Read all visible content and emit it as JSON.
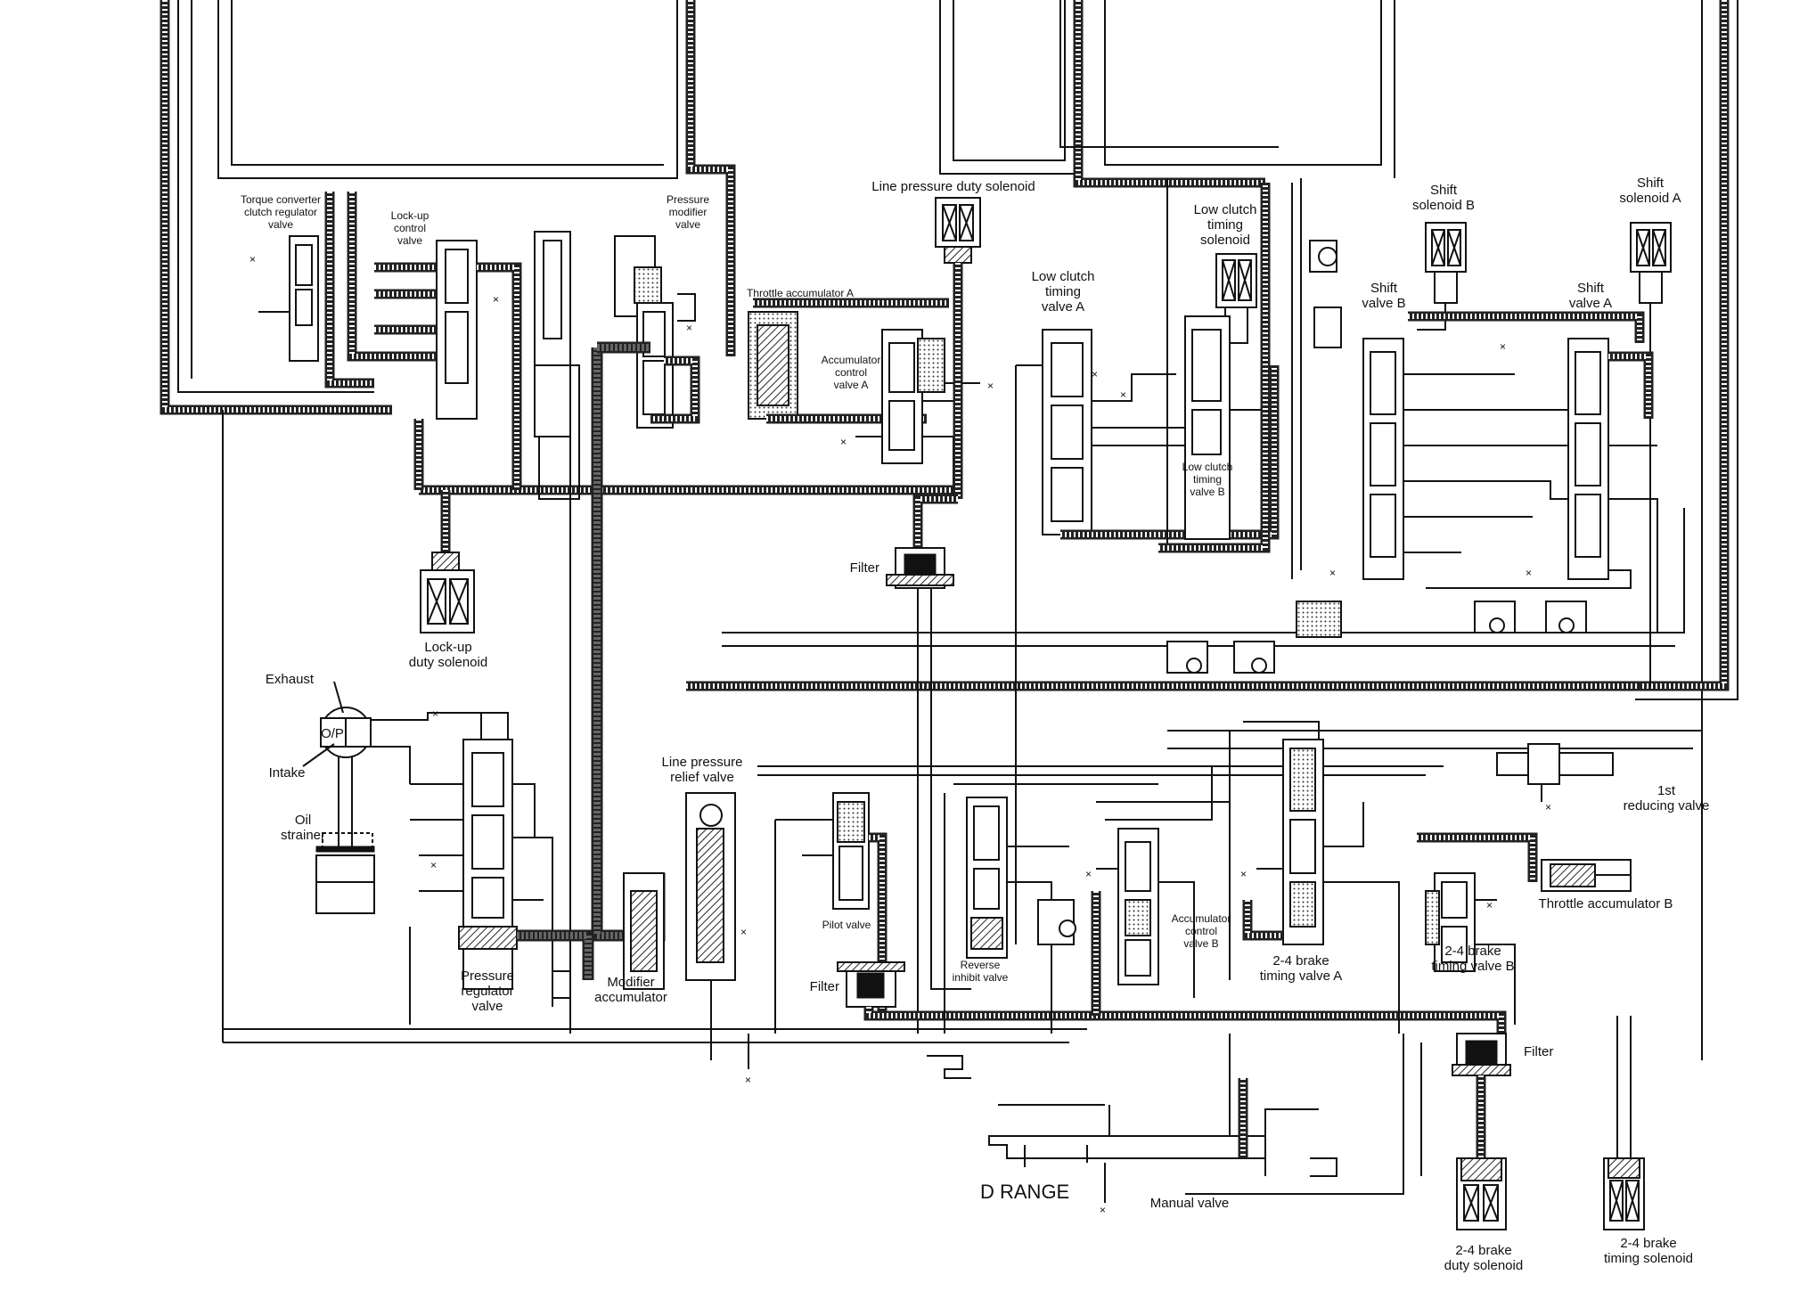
{
  "labels": {
    "torque_converter_clutch_regulator_valve": [
      "Torque converter",
      "clutch regulator",
      "valve"
    ],
    "lock_up_control_valve": [
      "Lock-up",
      "control",
      "valve"
    ],
    "pressure_modifier_valve": [
      "Pressure",
      "modifier",
      "valve"
    ],
    "line_pressure_duty_solenoid": "Line pressure duty solenoid",
    "throttle_accumulator_a": "Throttle accumulator A",
    "accumulator_control_valve_a": [
      "Accumulator",
      "control",
      "valve A"
    ],
    "low_clutch_timing_valve_a": [
      "Low clutch",
      "timing",
      "valve A"
    ],
    "low_clutch_timing_solenoid": [
      "Low clutch",
      "timing",
      "solenoid"
    ],
    "low_clutch_timing_valve_b": [
      "Low clutch",
      "timing",
      "valve B"
    ],
    "shift_solenoid_b": [
      "Shift",
      "solenoid B"
    ],
    "shift_solenoid_a": [
      "Shift",
      "solenoid A"
    ],
    "shift_valve_b": [
      "Shift",
      "valve B"
    ],
    "shift_valve_a": [
      "Shift",
      "valve A"
    ],
    "filter_1": "Filter",
    "lock_up_duty_solenoid": [
      "Lock-up",
      "duty solenoid"
    ],
    "exhaust": "Exhaust",
    "op": "O/P",
    "intake": "Intake",
    "oil_strainer": [
      "Oil",
      "strainer"
    ],
    "line_pressure_relief_valve": [
      "Line pressure",
      "relief valve"
    ],
    "pilot_valve": "Pilot valve",
    "filter_2": "Filter",
    "pressure_regulator_valve": [
      "Pressure",
      "regulator",
      "valve"
    ],
    "modifier_accumulator": [
      "Modifier",
      "accumulator"
    ],
    "reverse_inhibit_valve": [
      "Reverse",
      "inhibit valve"
    ],
    "accumulator_control_valve_b": [
      "Accumulator",
      "control",
      "valve B"
    ],
    "brake_24_timing_valve_a": [
      "2-4 brake",
      "timing valve A"
    ],
    "first_reducing_valve": [
      "1st",
      "reducing valve"
    ],
    "throttle_accumulator_b": "Throttle accumulator B",
    "brake_24_timing_valve_b": [
      "2-4 brake",
      "timing valve B"
    ],
    "filter_3": "Filter",
    "d_range": "D RANGE",
    "manual_valve": "Manual valve",
    "brake_24_duty_solenoid": [
      "2-4 brake",
      "duty solenoid"
    ],
    "brake_24_timing_solenoid": [
      "2-4 brake",
      "timing solenoid"
    ]
  }
}
